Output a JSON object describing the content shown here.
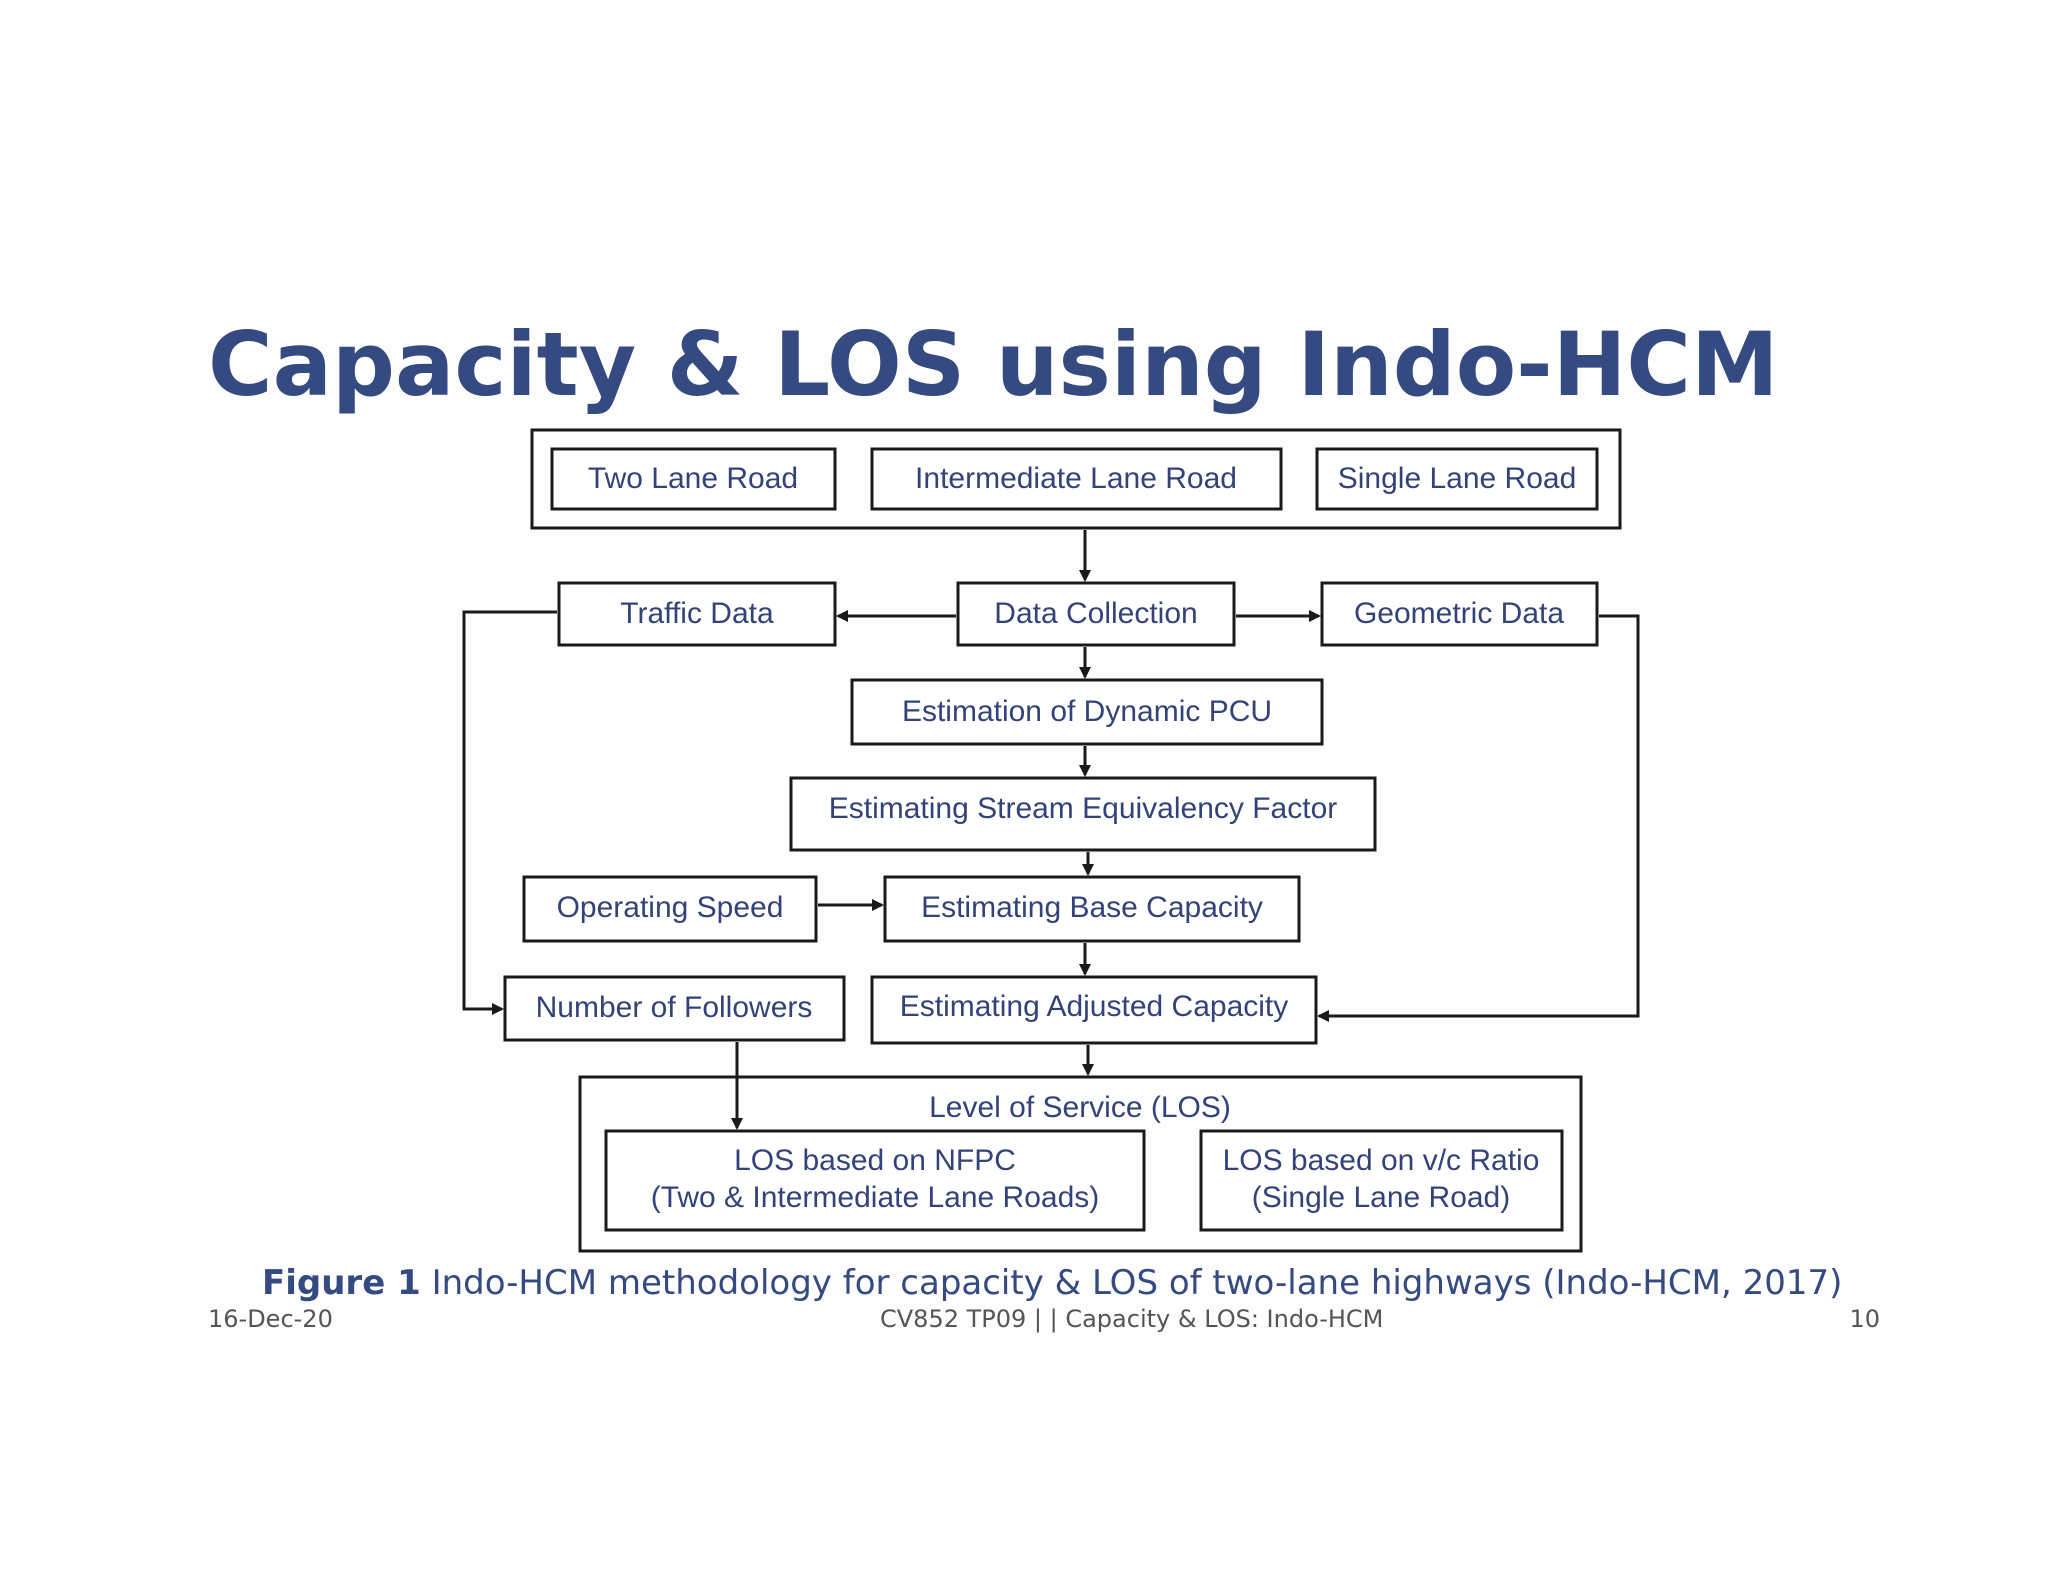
{
  "slide": {
    "title": "Capacity & LOS using Indo-HCM",
    "caption_label": "Figure 1",
    "caption_text": "Indo-HCM methodology for capacity & LOS of two-lane highways (Indo-HCM, 2017)",
    "footer_date": "16-Dec-20",
    "footer_course": "CV852 TP09 |  |  Capacity & LOS: Indo-HCM",
    "footer_page": "10"
  },
  "diagram": {
    "road_types": [
      "Two Lane Road",
      "Intermediate Lane Road",
      "Single Lane Road"
    ],
    "traffic_data": "Traffic Data",
    "data_collection": "Data Collection",
    "geometric_data": "Geometric Data",
    "dynamic_pcu": "Estimation of Dynamic PCU",
    "stream_factor": "Estimating Stream Equivalency Factor",
    "operating_speed": "Operating Speed",
    "base_capacity": "Estimating Base Capacity",
    "followers": "Number of Followers",
    "adjusted_capacity": "Estimating Adjusted Capacity",
    "los_title": "Level of Service (LOS)",
    "los_nfpc": [
      "LOS based on NFPC",
      "(Two & Intermediate Lane Roads)"
    ],
    "los_vc": [
      "LOS based on v/c Ratio",
      "(Single Lane Road)"
    ]
  },
  "colors": {
    "title": "#344a80",
    "text": "#33437a",
    "line": "#1a1a1a"
  }
}
